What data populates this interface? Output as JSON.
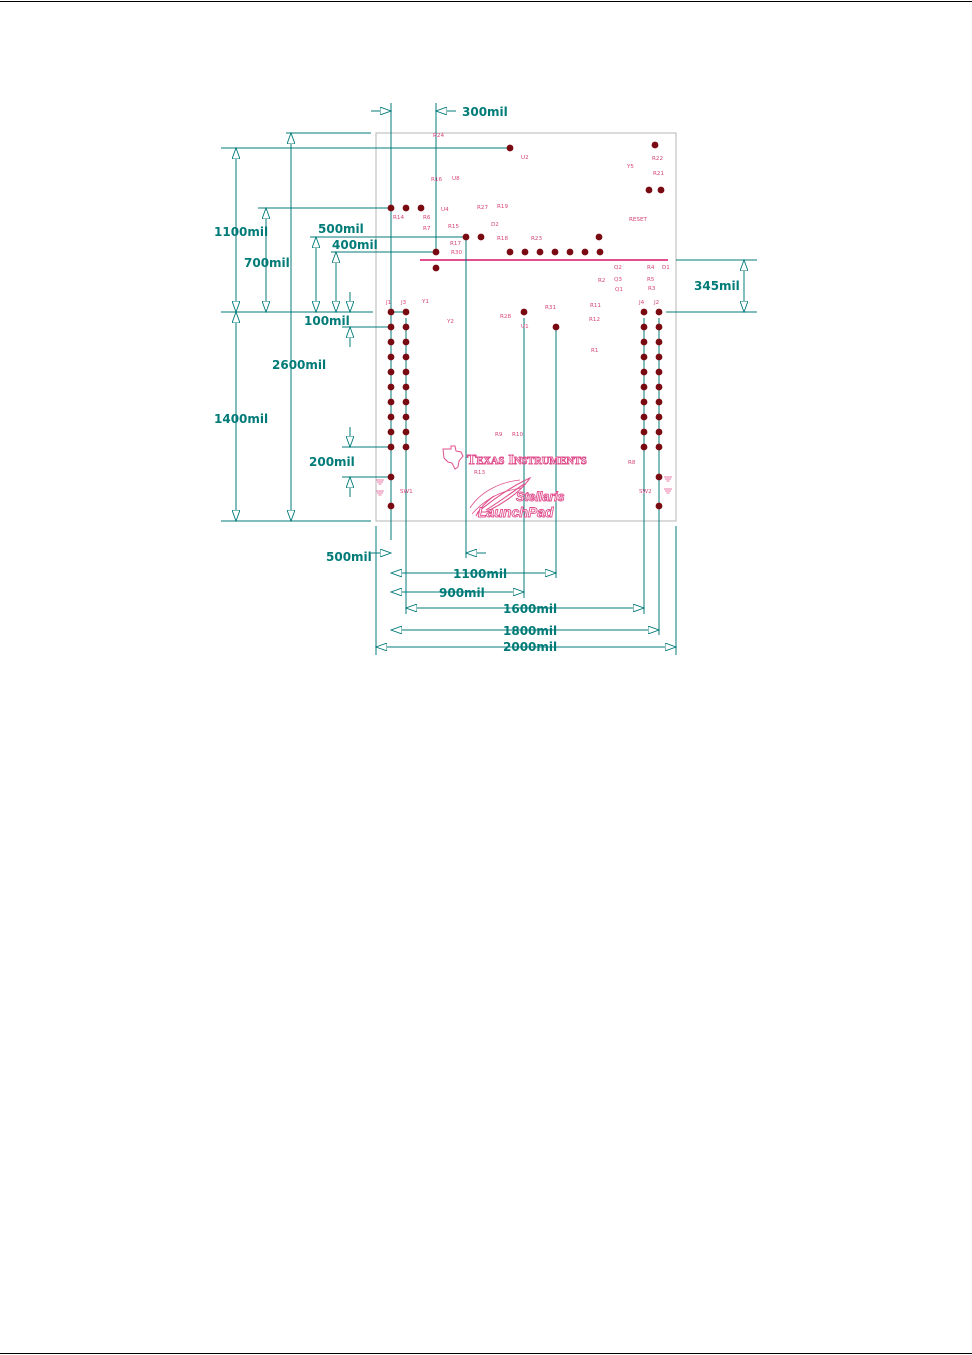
{
  "colors": {
    "dimension": "#007b78",
    "silkscreen": "#e0508e",
    "hole": "#7a0a12",
    "board_outline": "#b4b4b4"
  },
  "dimensions": {
    "d300": "300mil",
    "d1100_left": "1100mil",
    "d700": "700mil",
    "d500_top": "500mil",
    "d400": "400mil",
    "d345": "345mil",
    "d100": "100mil",
    "d2600": "2600mil",
    "d1400": "1400mil",
    "d200": "200mil",
    "d500_bottom": "500mil",
    "d1100_bottom": "1100mil",
    "d900": "900mil",
    "d1600": "1600mil",
    "d1800": "1800mil",
    "d2000": "2000mil"
  },
  "refdes": {
    "r24": "R24",
    "u2": "U2",
    "r22": "R22",
    "y5": "Y5",
    "r21": "R21",
    "r16": "R16",
    "u8": "U8",
    "u4": "U4",
    "r27": "R27",
    "r19": "R19",
    "r14": "R14",
    "r6": "R6",
    "r7": "R7",
    "r15": "R15",
    "d2": "D2",
    "reset": "RESET",
    "r17": "R17",
    "r18": "R18",
    "r23": "R23",
    "r30": "R30",
    "q2": "Q2",
    "r4": "R4",
    "d1": "D1",
    "r2": "R2",
    "q3": "Q3",
    "r5": "R5",
    "q1": "Q1",
    "r3": "R3",
    "j1": "J1",
    "j3": "J3",
    "y1": "Y1",
    "r31": "R31",
    "r11": "R11",
    "j4": "J4",
    "j2": "J2",
    "y2": "Y2",
    "r28": "R28",
    "u1": "U1",
    "r12": "R12",
    "r1": "R1",
    "r9": "R9",
    "r10": "R10",
    "r8": "R8",
    "r13": "R13",
    "sw1": "SW1",
    "sw2": "SW2"
  },
  "logo": {
    "company_first_initial": "T",
    "company_first_rest": "EXAS",
    "company_second_initial": "I",
    "company_second_rest": "NSTRUMENTS",
    "product_line1": "Stellaris",
    "product_line2": "LaunchPad"
  }
}
